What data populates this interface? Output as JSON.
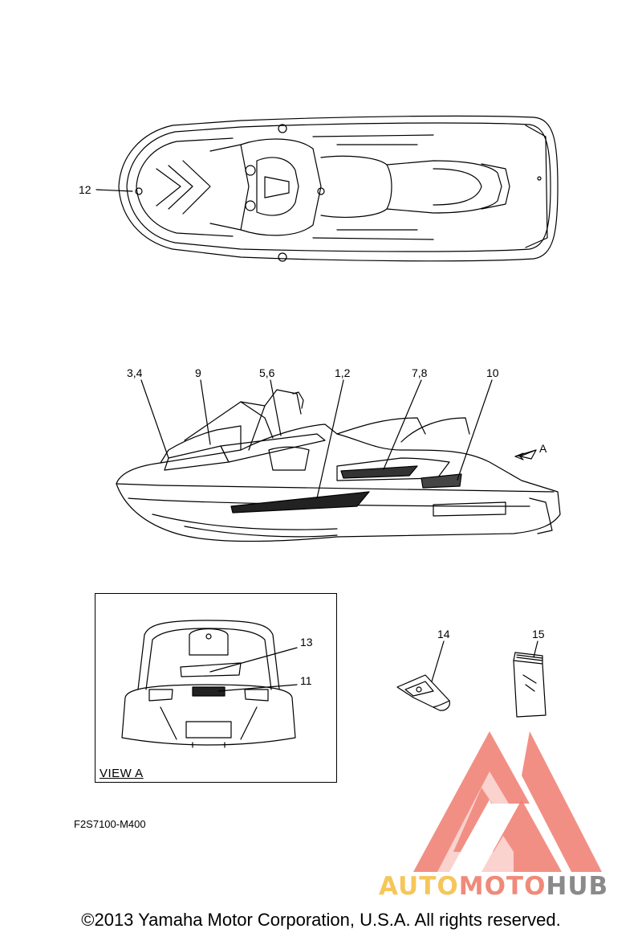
{
  "callouts": {
    "c12": "12",
    "c3_4": "3,4",
    "c9": "9",
    "c5_6": "5,6",
    "c1_2": "1,2",
    "c7_8": "7,8",
    "c10": "10",
    "cA": "A",
    "c13": "13",
    "c11": "11",
    "c14": "14",
    "c15": "15"
  },
  "view_label": "VIEW A",
  "diagram_code": "F2S7100-M400",
  "copyright": "©2013 Yamaha Motor Corporation, U.S.A. All rights reserved.",
  "watermark": {
    "part1": "AUTO",
    "part2": "MOTO",
    "part3": "HUB",
    "color1": "#f6c65a",
    "color2": "#f08a7a",
    "color3": "#8a8a8a",
    "logo_color": "#f07b6e"
  }
}
